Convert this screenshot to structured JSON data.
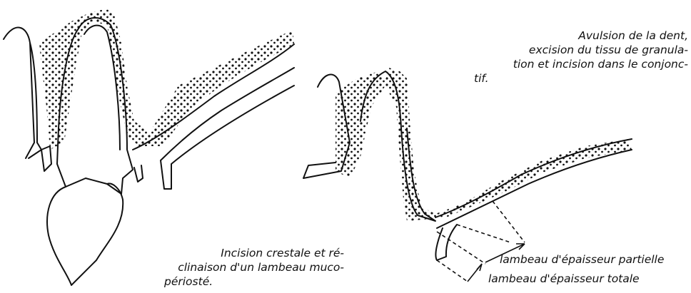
{
  "captions": {
    "right": {
      "lines": [
        "Avulsion de la dent,",
        "excision du tissu de granula-",
        "tion et incision dans le conjonc-",
        "tif."
      ]
    },
    "left": {
      "lines": [
        "Incision crestale et ré-",
        "clinaison d'un lambeau muco-",
        "périosté."
      ]
    }
  },
  "labels": {
    "partial": "lambeau d'épaisseur partielle",
    "total": "lambeau d'épaisseur totale"
  }
}
